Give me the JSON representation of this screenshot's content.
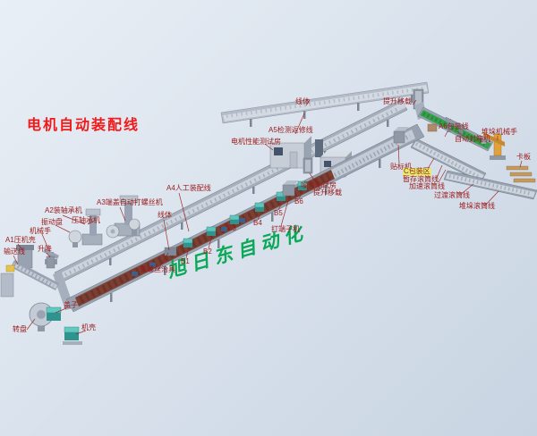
{
  "page": {
    "title": "电机自动装配线",
    "watermark": "旭日东自动化"
  },
  "colors": {
    "background": "#d7e0eb",
    "title_red": "#f51818",
    "label_red": "#9b1a1a",
    "watermark_green": "#00a651",
    "belt_maroon": "#7e3f33",
    "pallet_teal": "#2f948d",
    "packing_green": "#35a14b",
    "robot_orange": "#e0a23c",
    "structure_gray": "#a6afbc"
  },
  "labels": {
    "xianti_top": "线体",
    "tisheng_top": "提升移载",
    "a6": "A6包装线",
    "duiduo_robot": "堆垛机械手",
    "fengxiang": "自动封箱机",
    "kaban": "卡板",
    "a5": "A5检测返修线",
    "test_room": "电机性能测试房",
    "tiebiao": "贴标机",
    "c_area": "C包装区",
    "zancun": "暂存滚筒线",
    "noise_room": "噪音测试房",
    "jiasu": "加速滚筒线",
    "guodu": "过渡滚筒线",
    "duiduo_line": "堆垛滚筒线",
    "tisheng_mid": "提升移载",
    "b6": "B6",
    "b5": "B5",
    "b4": "B4",
    "b3": "B3",
    "b2": "B2",
    "b1": "B1",
    "duanzi": "打端子机",
    "a4": "A4人工装配线",
    "xianti_mid": "线体",
    "a3": "A3端盖自动打螺丝机",
    "a2": "A2装轴承机",
    "yazhoucheng": "压轴承机",
    "zhendongpan": "振动盘",
    "jixieshou": "机械手",
    "a1": "A1压机壳",
    "shengjiang": "升降",
    "shusongxian": "输送线",
    "zhiju": "装螺丝治具",
    "gaizi": "盖子",
    "jike": "机壳",
    "zhuanpan": "转盘"
  }
}
